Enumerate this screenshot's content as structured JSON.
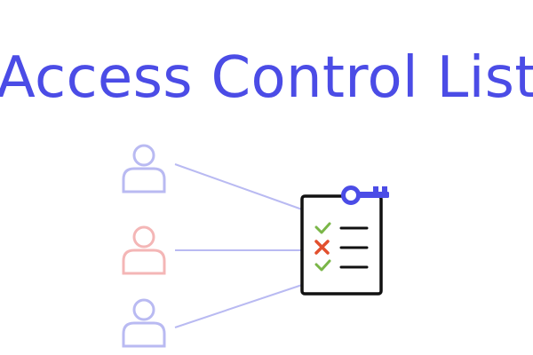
{
  "title": "Access Control List",
  "colors": {
    "accent": "#4b4ce6",
    "user_allowed": "#b9baf2",
    "user_denied": "#f4b6b6",
    "connector": "#b9baf2",
    "check": "#7ab648",
    "cross": "#e2502e",
    "document_stroke": "#111111",
    "key": "#4b4ce6"
  },
  "diagram": {
    "users": [
      {
        "icon": "user-icon",
        "status": "allowed"
      },
      {
        "icon": "user-icon",
        "status": "denied"
      },
      {
        "icon": "user-icon",
        "status": "allowed"
      }
    ],
    "list_icon": "checklist-document-icon",
    "key_icon": "key-icon",
    "entries": [
      {
        "mark": "check"
      },
      {
        "mark": "cross"
      },
      {
        "mark": "check"
      }
    ]
  }
}
